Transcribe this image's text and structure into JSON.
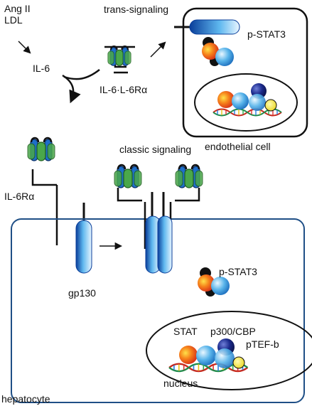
{
  "labels": {
    "ang_ii": "Ang II",
    "ldl": "LDL",
    "il6": "IL-6",
    "trans_signaling": "trans-signaling",
    "il6_complex": "IL-6·L-6Rα",
    "p_stat3_top": "p-STAT3",
    "endothelial_cell": "endothelial cell",
    "classic_signaling": "classic signaling",
    "il6ra": "IL-6Rα",
    "gp130": "gp130",
    "p_stat3_bottom": "p-STAT3",
    "stat": "STAT",
    "p300_cbp": "p300/CBP",
    "ptef_b": "pTEF-b",
    "nucleus": "nucleus",
    "hepatocyte": "hepatocyte"
  },
  "colors": {
    "hepatocyte_border": "#1f4f86",
    "receptor_blue": "#1f6fc9",
    "receptor_green": "#4aa84a",
    "stat_red": "#e8402a",
    "stat_orange": "#f6a11b",
    "stat_blue": "#3aa0df",
    "p300_navy": "#16206e",
    "ptef_yellow": "#f2e81f",
    "phospho_black": "#111111"
  }
}
